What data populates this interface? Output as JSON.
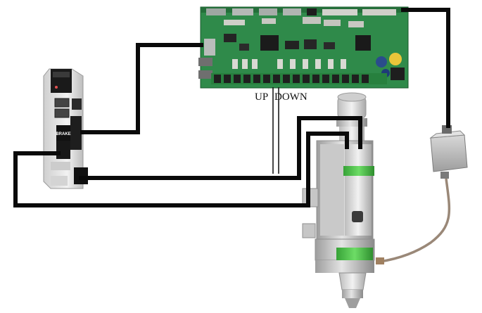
{
  "diagram": {
    "labels": {
      "up": "UP",
      "down": "DOWN",
      "brake": "BRAKE"
    },
    "colors": {
      "wire": "#0a0a0a",
      "board": "#2f8a4a",
      "board_dark": "#1f6a36",
      "servo_body": "#e6e6e6",
      "head_metal": "#d8d8d8",
      "head_green": "#4cc24a",
      "cable": "#9a8878"
    },
    "components": [
      {
        "name": "controller-board",
        "icon": "circuit-board-icon"
      },
      {
        "name": "servo-driver",
        "icon": "servo-drive-icon"
      },
      {
        "name": "laser-cutting-head",
        "icon": "laser-head-icon"
      },
      {
        "name": "preamplifier",
        "icon": "amplifier-box-icon"
      }
    ]
  }
}
